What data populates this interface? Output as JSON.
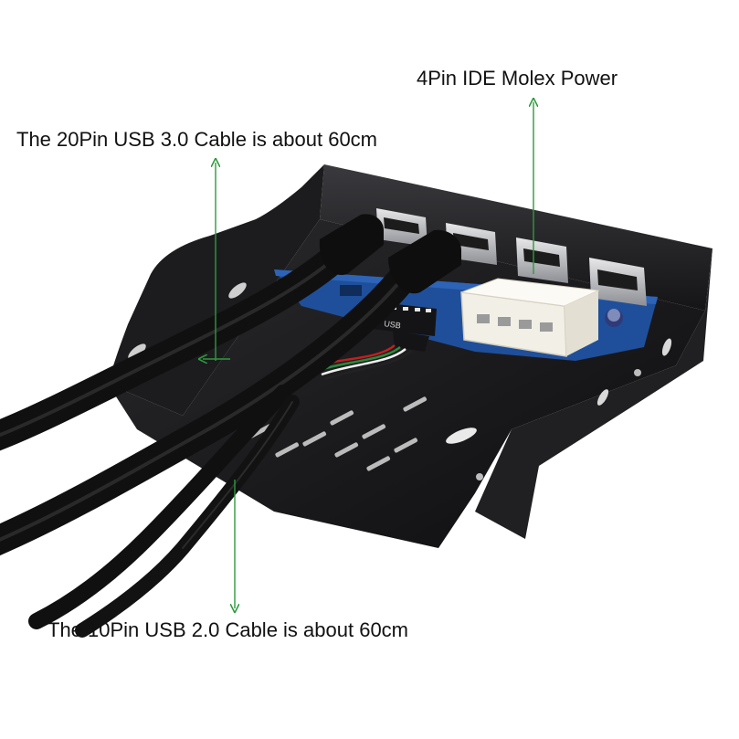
{
  "callouts": {
    "molex_power": "4Pin IDE Molex Power",
    "usb3_cable": "The 20Pin USB 3.0 Cable is about 60cm",
    "usb2_cable": "The 10Pin USB 2.0 Cable is about 60cm"
  },
  "header_label": "USB",
  "colors": {
    "arrow": "#2e9a3c",
    "bracket": "#1a1a1c",
    "pcb": "#1f4f9a",
    "cable": "#141414",
    "connector": "#f1efe6"
  },
  "icons": [
    "arrow-up-icon",
    "arrow-down-icon",
    "arrow-left-icon"
  ]
}
